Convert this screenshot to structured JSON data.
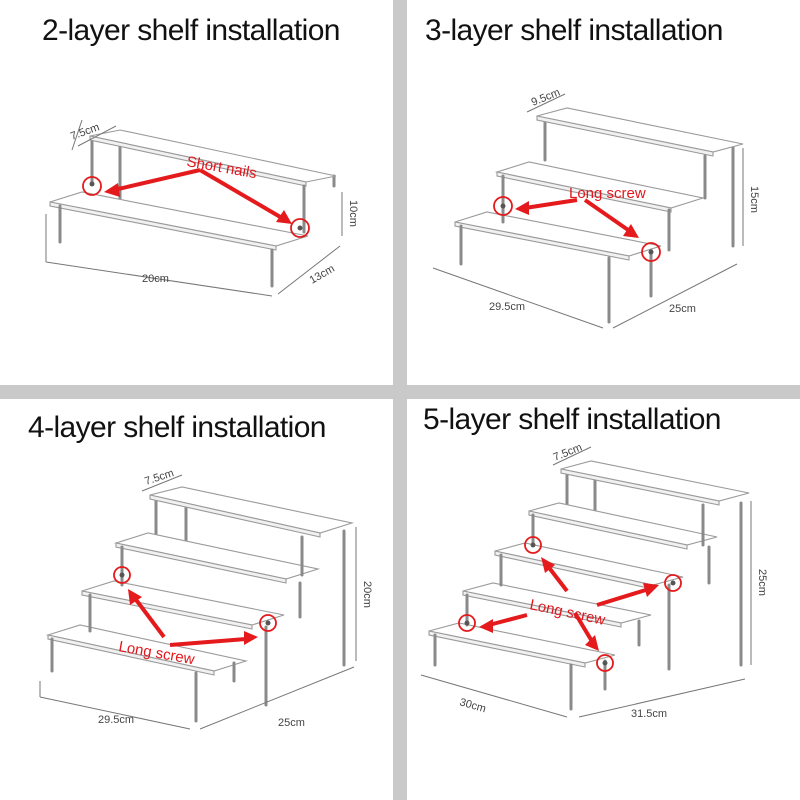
{
  "colors": {
    "accent": "#e41a1c",
    "divider": "#c9c9c9"
  },
  "panels": [
    {
      "title": "2-layer shelf installation",
      "annotation": "Short nails",
      "dims": {
        "top_depth": "7.5cm",
        "height": "10cm",
        "width": "20cm",
        "depth": "13cm"
      }
    },
    {
      "title": "3-layer shelf installation",
      "annotation": "Long screw",
      "dims": {
        "top_depth": "9.5cm",
        "height": "15cm",
        "width": "29.5cm",
        "depth": "25cm"
      }
    },
    {
      "title": "4-layer shelf installation",
      "annotation": "Long screw",
      "dims": {
        "top_depth": "7.5cm",
        "height": "20cm",
        "width": "29.5cm",
        "depth": "25cm"
      }
    },
    {
      "title": "5-layer shelf installation",
      "annotation": "Long screw",
      "dims": {
        "top_depth": "7.5cm",
        "height": "25cm",
        "width": "30cm",
        "depth": "31.5cm"
      }
    }
  ]
}
